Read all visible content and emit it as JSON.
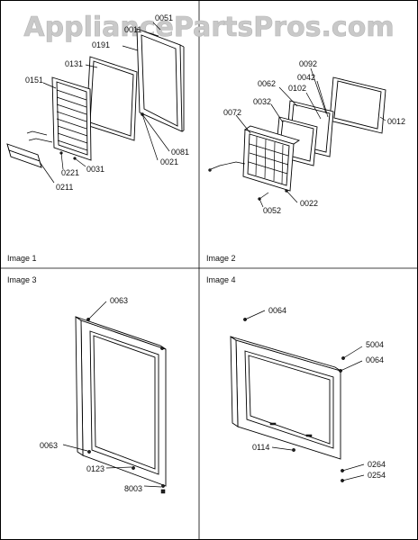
{
  "watermark": "AppliancePartsPros.com",
  "panels": [
    {
      "caption": "Image 1",
      "labels": [
        "0051",
        "0011",
        "0191",
        "0131",
        "0151",
        "0081",
        "0021",
        "0221",
        "0031",
        "0211"
      ]
    },
    {
      "caption": "Image 2",
      "labels": [
        "0092",
        "0042",
        "0062",
        "0102",
        "0032",
        "0012",
        "0072",
        "0022",
        "0052"
      ]
    },
    {
      "caption": "Image 3",
      "labels": [
        "0063",
        "0063",
        "0123",
        "8003"
      ]
    },
    {
      "caption": "Image 4",
      "labels": [
        "0064",
        "5004",
        "0064",
        "0114",
        "0264",
        "0254"
      ]
    }
  ]
}
